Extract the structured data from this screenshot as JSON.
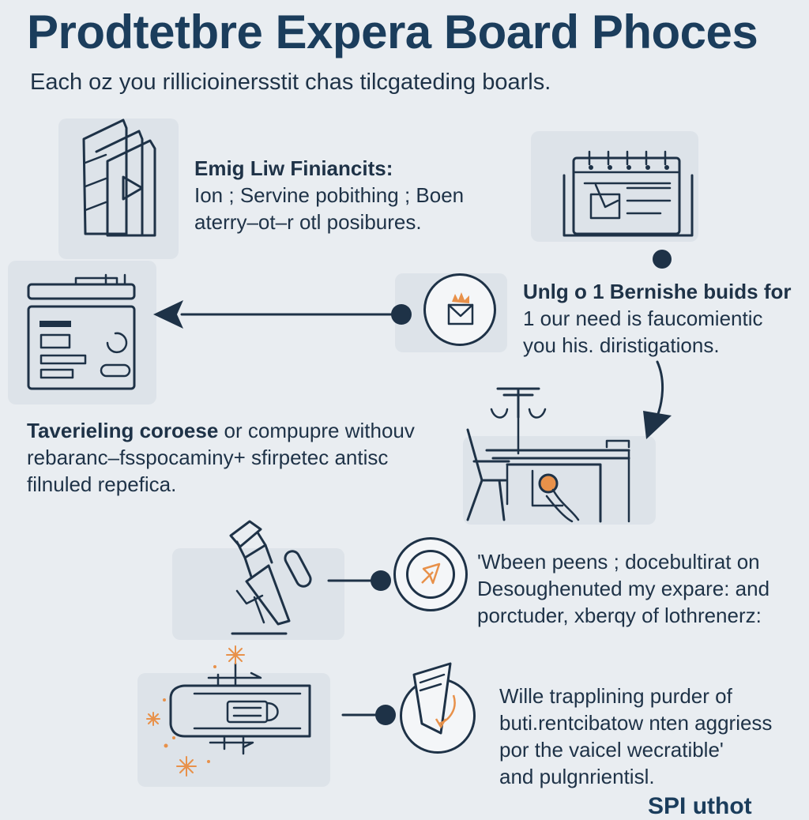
{
  "title": "Prodtetbre Expera Board Phoces",
  "subtitle": "Each oz you rillicioinersstit chas tilcgateding boarls.",
  "steps": [
    {
      "heading": "Emig Liw Finiancits:",
      "lines": [
        "Ion ; Servine pobithing ; Boen",
        "aterry–ot–r otl posibures."
      ],
      "icon": "document-play-icon"
    },
    {
      "heading": "Unlg o 1 Bernishe buids for",
      "lines": [
        "1 our need is faucomientic",
        "you his. diristigations."
      ],
      "icon": "calendar-icon"
    },
    {
      "heading": "Taverieling coroese",
      "heading_rest": " or compupre withouv",
      "lines": [
        "rebaranc–fsspocaminy+ sfirpetec antisc",
        "filnuled repefica."
      ],
      "icon": "browser-window-icon"
    },
    {
      "heading": "",
      "lines": [
        "'Wbeen peens ; docebultirat on",
        "Desoughenuted my expare: and",
        "porctuder, xberqy of lothrenerz:"
      ],
      "icon": "microscope-icon"
    },
    {
      "heading": "",
      "lines": [
        "Wille trapplining purder of",
        "buti.rentcibatow nten aggriess",
        "por the vaicel wecratible'",
        "and pulgnrientisl."
      ],
      "icon": "circuit-board-icon"
    }
  ],
  "logo_text": "SPI uthot",
  "colors": {
    "navy": "#1e3247",
    "title": "#1b3d5c",
    "background": "#e9edf1",
    "panel": "#dde3e9",
    "accent_orange": "#e8914a"
  },
  "icons": [
    "envelope-icon",
    "compass-icon",
    "document-arrow-icon",
    "desk-chair-icon",
    "sparkle-icon"
  ]
}
